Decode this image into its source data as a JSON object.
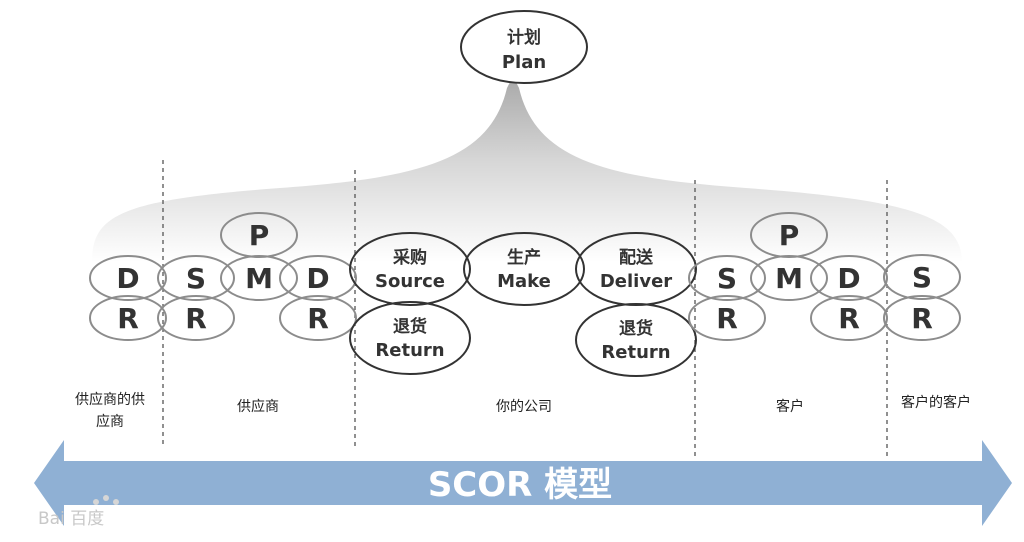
{
  "plan": {
    "cn": "计划",
    "en": "Plan"
  },
  "process_letters": {
    "plan": "P",
    "make": "M",
    "source": "S",
    "deliver": "D",
    "return": "R"
  },
  "company": {
    "source": {
      "cn": "采购",
      "en": "Source"
    },
    "make": {
      "cn": "生产",
      "en": "Make"
    },
    "deliver": {
      "cn": "配送",
      "en": "Deliver"
    },
    "return_in": {
      "cn": "退货",
      "en": "Return"
    },
    "return_out": {
      "cn": "退货",
      "en": "Return"
    }
  },
  "zones": {
    "suppliers_supplier_line1": "供应商的供",
    "suppliers_supplier_line2": "应商",
    "supplier": "供应商",
    "your_company": "你的公司",
    "customer": "客户",
    "customers_customer": "客户的客户"
  },
  "banner": {
    "title": "SCOR 模型"
  },
  "watermark": {
    "text": "Bai 百度"
  },
  "colors": {
    "banner": "#8fb0d4",
    "node_dark": "#333333",
    "node_light": "#8c8c8c",
    "fan_top": "#9a9a9a",
    "fan_bottom": "#ffffff"
  }
}
